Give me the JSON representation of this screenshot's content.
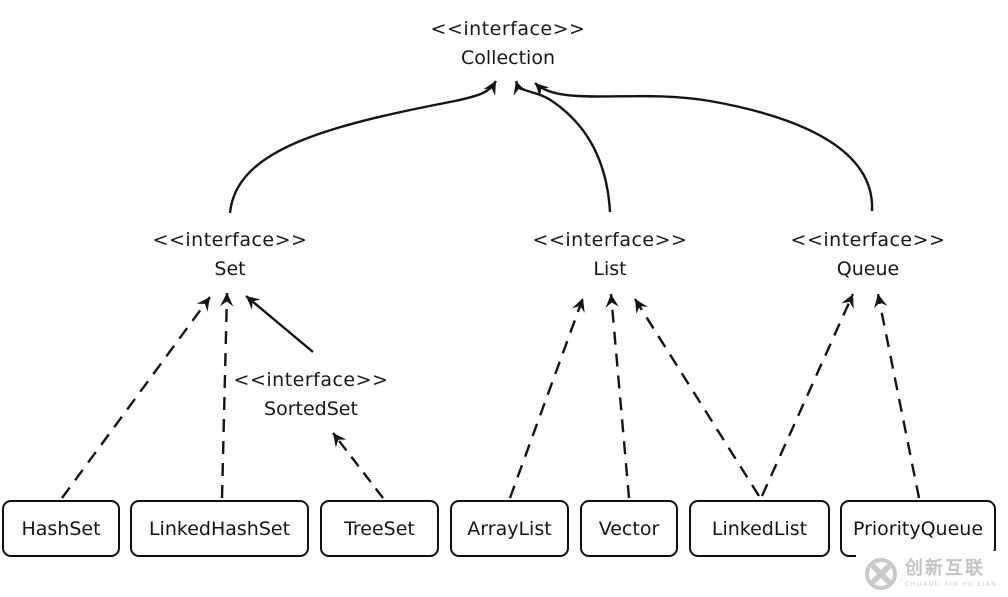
{
  "interfaces": [
    {
      "id": "collection",
      "stereotype": "<<interface>>",
      "name": "Collection"
    },
    {
      "id": "set",
      "stereotype": "<<interface>>",
      "name": "Set"
    },
    {
      "id": "list",
      "stereotype": "<<interface>>",
      "name": "List"
    },
    {
      "id": "queue",
      "stereotype": "<<interface>>",
      "name": "Queue"
    },
    {
      "id": "sortedset",
      "stereotype": "<<interface>>",
      "name": "SortedSet"
    }
  ],
  "classes": [
    {
      "name": "HashSet"
    },
    {
      "name": "LinkedHashSet"
    },
    {
      "name": "TreeSet"
    },
    {
      "name": "ArrayList"
    },
    {
      "name": "Vector"
    },
    {
      "name": "LinkedList"
    },
    {
      "name": "PriorityQueue"
    }
  ],
  "relationships": [
    {
      "from": "Set",
      "to": "Collection",
      "line": "solid",
      "type": "extends"
    },
    {
      "from": "List",
      "to": "Collection",
      "line": "solid",
      "type": "extends"
    },
    {
      "from": "Queue",
      "to": "Collection",
      "line": "solid",
      "type": "extends"
    },
    {
      "from": "SortedSet",
      "to": "Set",
      "line": "solid",
      "type": "extends"
    },
    {
      "from": "HashSet",
      "to": "Set",
      "line": "dashed",
      "type": "implements"
    },
    {
      "from": "LinkedHashSet",
      "to": "Set",
      "line": "dashed",
      "type": "implements"
    },
    {
      "from": "TreeSet",
      "to": "SortedSet",
      "line": "dashed",
      "type": "implements"
    },
    {
      "from": "ArrayList",
      "to": "List",
      "line": "dashed",
      "type": "implements"
    },
    {
      "from": "Vector",
      "to": "List",
      "line": "dashed",
      "type": "implements"
    },
    {
      "from": "LinkedList",
      "to": "List",
      "line": "dashed",
      "type": "implements"
    },
    {
      "from": "LinkedList",
      "to": "Queue",
      "line": "dashed",
      "type": "implements"
    },
    {
      "from": "PriorityQueue",
      "to": "Queue",
      "line": "dashed",
      "type": "implements"
    }
  ],
  "watermark": {
    "brand": "创新互联",
    "subtext": "CHUANG XIN HU LIAN",
    "color": "#c6c6c6"
  },
  "colors": {
    "line": "#141414",
    "background": "#ffffff"
  }
}
